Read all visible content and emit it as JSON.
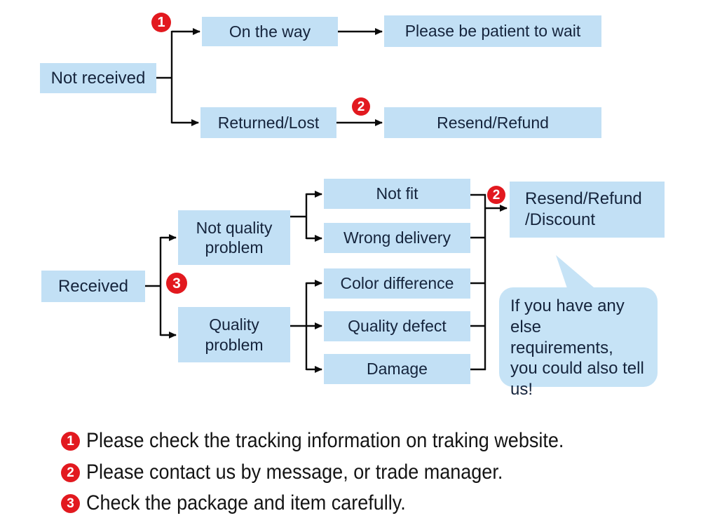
{
  "colors": {
    "box_fill": "#C2E0F5",
    "bubble_fill": "#C6E3F6",
    "badge_red": "#E2191F",
    "text_dark": "#15243C",
    "line": "#0B0B0B",
    "legend_text": "#141414",
    "background": "#FFFFFF"
  },
  "diagram": {
    "top_flow": {
      "root": "Not received",
      "badge_branch": "1",
      "badge_result": "2",
      "nodes": {
        "on_the_way": "On the way",
        "be_patient": "Please be patient to wait",
        "returned_lost": "Returned/Lost",
        "resend_refund": "Resend/Refund"
      }
    },
    "bottom_flow": {
      "root": "Received",
      "badge_root": "3",
      "badge_result": "2",
      "nodes": {
        "not_quality_problem": "Not quality\nproblem",
        "quality_problem": "Quality\nproblem",
        "not_fit": "Not fit",
        "wrong_delivery": "Wrong delivery",
        "color_difference": "Color difference",
        "quality_defect": "Quality defect",
        "damage": "Damage",
        "resend_refund_discount": "Resend/Refund\n/Discount"
      },
      "bubble": {
        "text": "If you have any\nelse requirements,\nyou could also tell\nus!"
      }
    }
  },
  "legend": {
    "items": [
      {
        "badge": "1",
        "text": "Please check the tracking information on traking website."
      },
      {
        "badge": "2",
        "text": "Please contact us by message, or trade manager."
      },
      {
        "badge": "3",
        "text": "Check the package and item carefully."
      }
    ]
  }
}
